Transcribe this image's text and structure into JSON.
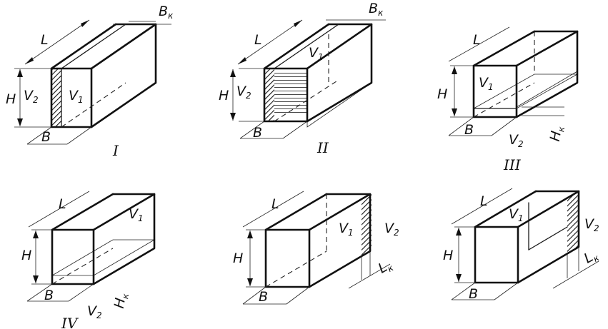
{
  "panels": [
    {
      "id": "I",
      "roman": "I",
      "L": "L",
      "H": "H",
      "B": "B",
      "V1": "V",
      "V2": "V",
      "extra": "B",
      "extra_sub": "к"
    },
    {
      "id": "II",
      "roman": "II",
      "L": "L",
      "H": "H",
      "B": "B",
      "V1": "V",
      "V2": "V",
      "extra": "B",
      "extra_sub": "к"
    },
    {
      "id": "III",
      "roman": "III",
      "L": "L",
      "H": "H",
      "B": "B",
      "V1": "V",
      "V2": "V",
      "extra": "H",
      "extra_sub": "к"
    },
    {
      "id": "IV",
      "roman": "IV",
      "L": "L",
      "H": "H",
      "B": "B",
      "V1": "V",
      "V2": "V",
      "extra": "H",
      "extra_sub": "к"
    },
    {
      "id": "V",
      "roman": "",
      "L": "L",
      "H": "H",
      "B": "B",
      "V1": "V",
      "V2": "V",
      "extra": "L",
      "extra_sub": "к"
    },
    {
      "id": "VI",
      "roman": "",
      "L": "L",
      "H": "H",
      "B": "B",
      "V1": "V",
      "V2": "V",
      "extra": "L",
      "extra_sub": "к"
    }
  ],
  "subscripts": {
    "v1": "1",
    "v2": "2"
  }
}
